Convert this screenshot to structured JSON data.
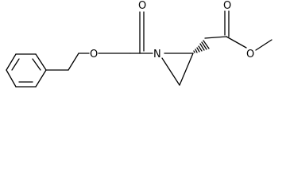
{
  "structure": {
    "atoms": {
      "ring_nitrogen": "N",
      "carbamate_carbonyl_oxygen": "O",
      "carbamate_ester_oxygen": "O",
      "ester_carbonyl_oxygen": "O",
      "ester_oxygen": "O"
    },
    "stereo_bond": "hashed wedge"
  }
}
